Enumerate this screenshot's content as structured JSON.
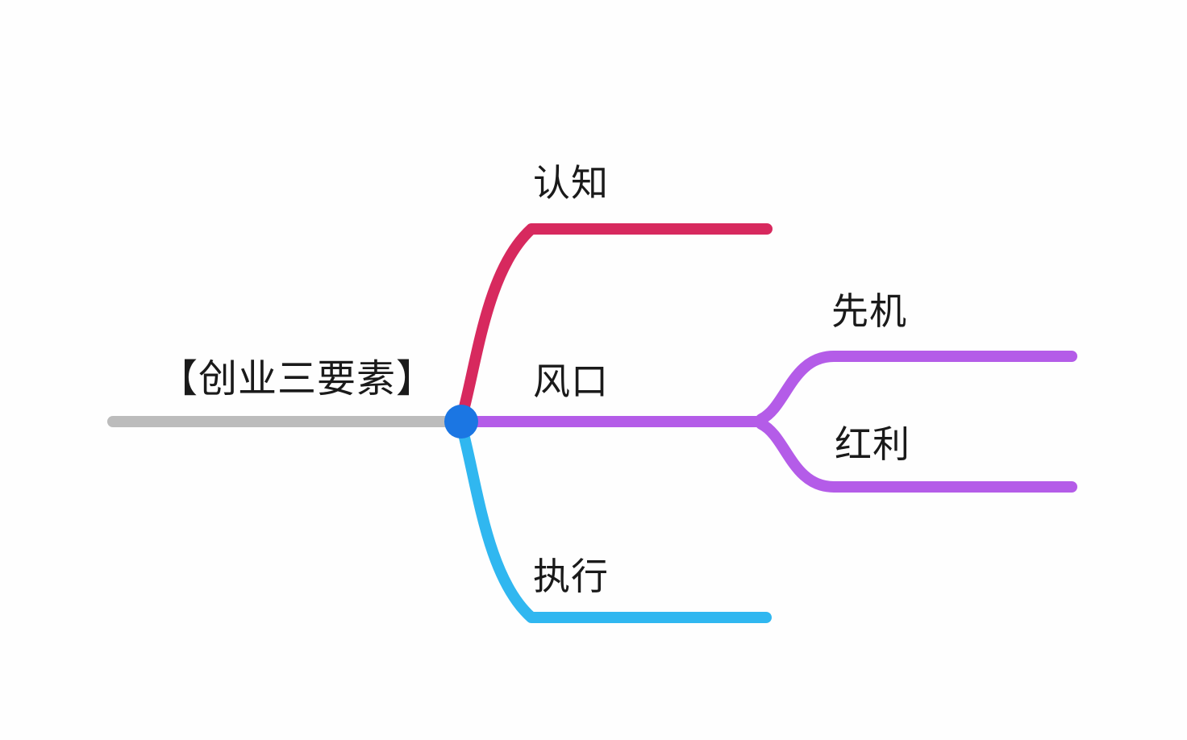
{
  "diagram": {
    "type": "mindmap",
    "root": {
      "label": "【创业三要素】"
    },
    "branches": [
      {
        "id": "cognition",
        "label": "认知",
        "color": "#d7295e",
        "children": []
      },
      {
        "id": "trend",
        "label": "风口",
        "color": "#b45ce8",
        "children": [
          {
            "id": "first-mover",
            "label": "先机",
            "color": "#b45ce8"
          },
          {
            "id": "dividend",
            "label": "红利",
            "color": "#b45ce8"
          }
        ]
      },
      {
        "id": "execution",
        "label": "执行",
        "color": "#30b7f0",
        "children": []
      }
    ]
  },
  "colors": {
    "background": "#fefefe",
    "root_line": "#bcbcbc",
    "center_node": "#1b76e3",
    "cognition_line": "#d7295e",
    "trend_line": "#b45ce8",
    "execution_line": "#30b7f0",
    "label_text": "#1a1a1a"
  }
}
